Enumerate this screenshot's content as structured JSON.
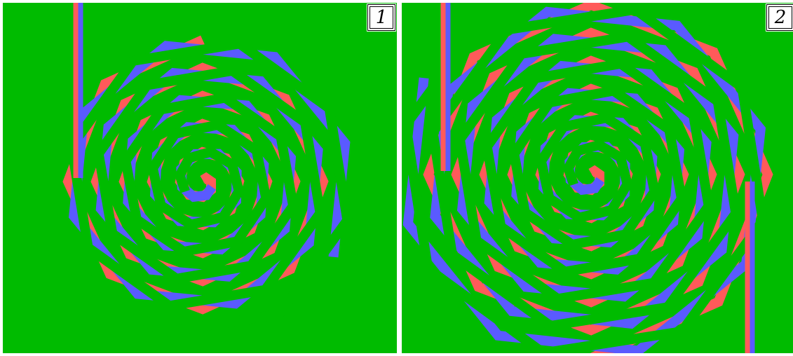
{
  "colors": {
    "background": "#00bb00",
    "red": "#ff5a5a",
    "blue": "#5a5aff",
    "green": "#00bb00"
  },
  "panels": [
    {
      "label": "1",
      "turns": 5
    },
    {
      "label": "2",
      "turns": 6.5
    }
  ]
}
